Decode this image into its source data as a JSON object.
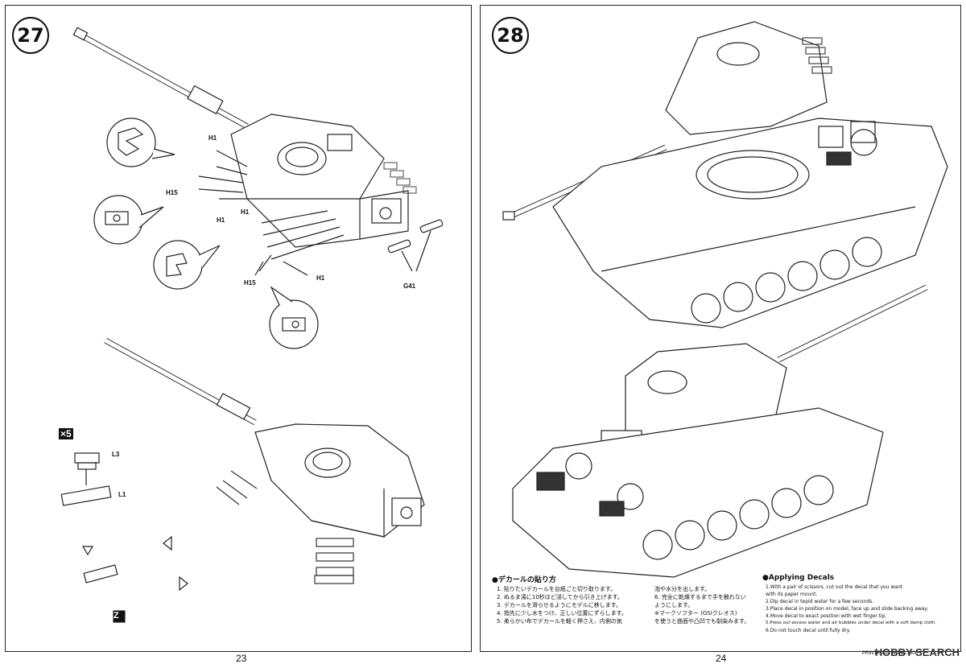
{
  "left_page": {
    "step_number": "27",
    "page_number": "23",
    "labels": {
      "h1_top": "H1",
      "h15_top": "H15",
      "h1_mid": "H1",
      "h1_left": "H1",
      "h15_bottom": "H15",
      "h1_bottom": "H1",
      "g41": "G41",
      "l3": "L3",
      "l1": "L1"
    },
    "quantity": "×5",
    "lower_badge": "Z"
  },
  "right_page": {
    "step_number": "28",
    "page_number": "24",
    "decal_jp": {
      "title": "●デカールの貼り方",
      "col1": [
        "1. 貼りたいデカールを台紙ごと切り取ります。",
        "2. ぬるま湯に10秒ほど浸してから引き上げます。",
        "3. デカールを滑らせるようにモデルに移します。",
        "4. 指先に少し水をつけ、正しい位置にずらします。",
        "5. 柔らかい布でデカールを軽く押さえ、内側の気"
      ],
      "col2": [
        "泡や水分を出します。",
        "6. 完全に乾燥するまで手を触れない",
        "ようにします。",
        "※マークソフター (GSIクレオス)",
        "を使うと曲面や凸凹でも馴染みます。"
      ]
    },
    "decal_en": {
      "title": "●Applying Decals",
      "lines": [
        "1.With a pair of scissors, cut out the decal that you want",
        "with its paper mount.",
        "2.Dip decal in tepid water for a few seconds.",
        "3.Place decal in position on model, face up and slide backing away.",
        "4.Move decal to exact position with wet finger tip.",
        "5.Press out excess water and air bubbles under decal with a soft damp cloth.",
        "6.Do not touch decal until fully dry."
      ]
    },
    "printed": "PRINTED IN CHINA 1808"
  },
  "watermark": "HOBBY SEARCH"
}
